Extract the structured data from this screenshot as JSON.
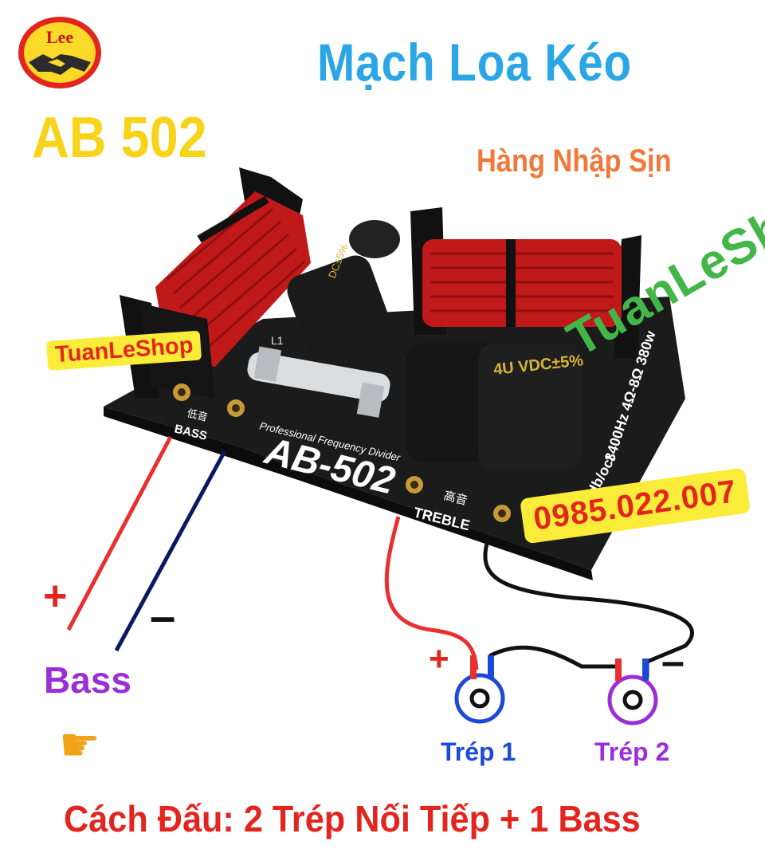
{
  "logo": {
    "brand": "Lee"
  },
  "header": {
    "title": "Mạch Loa Kéo",
    "model": "AB 502",
    "subtitle": "Hàng Nhập Sịn"
  },
  "watermarks": {
    "left": "TuanLeShop",
    "right": "TuanLeShop"
  },
  "phone": "0985.022.007",
  "board": {
    "model_print": "AB-502",
    "caption": "Professional Frequency Divider",
    "bass_label": "BASS",
    "bass_cn": "低音",
    "treble_label": "TREBLE",
    "treble_cn": "高音",
    "spec": "3400Hz 4Ω-8Ω 380w",
    "slope": "12db/oct",
    "cap_spec": "4U VDC±5%",
    "cap_small": "DC±5%",
    "l1": "L1"
  },
  "wiring": {
    "bass_plus": "+",
    "bass_minus": "–",
    "bass_label": "Bass",
    "treble_plus": "+",
    "treble_minus": "–",
    "trep1": "Trép 1",
    "trep2": "Trép 2"
  },
  "icons": {
    "hand": "pointing-hand-icon"
  },
  "colors": {
    "title": "#2aa6e6",
    "model": "#f7d31a",
    "subtitle": "#f0783a",
    "red": "#e2261f",
    "purple": "#9a2fd8",
    "blue": "#1c49d8",
    "green": "#43b649"
  },
  "footer": "Cách Đấu: 2 Trép Nối Tiếp + 1 Bass"
}
